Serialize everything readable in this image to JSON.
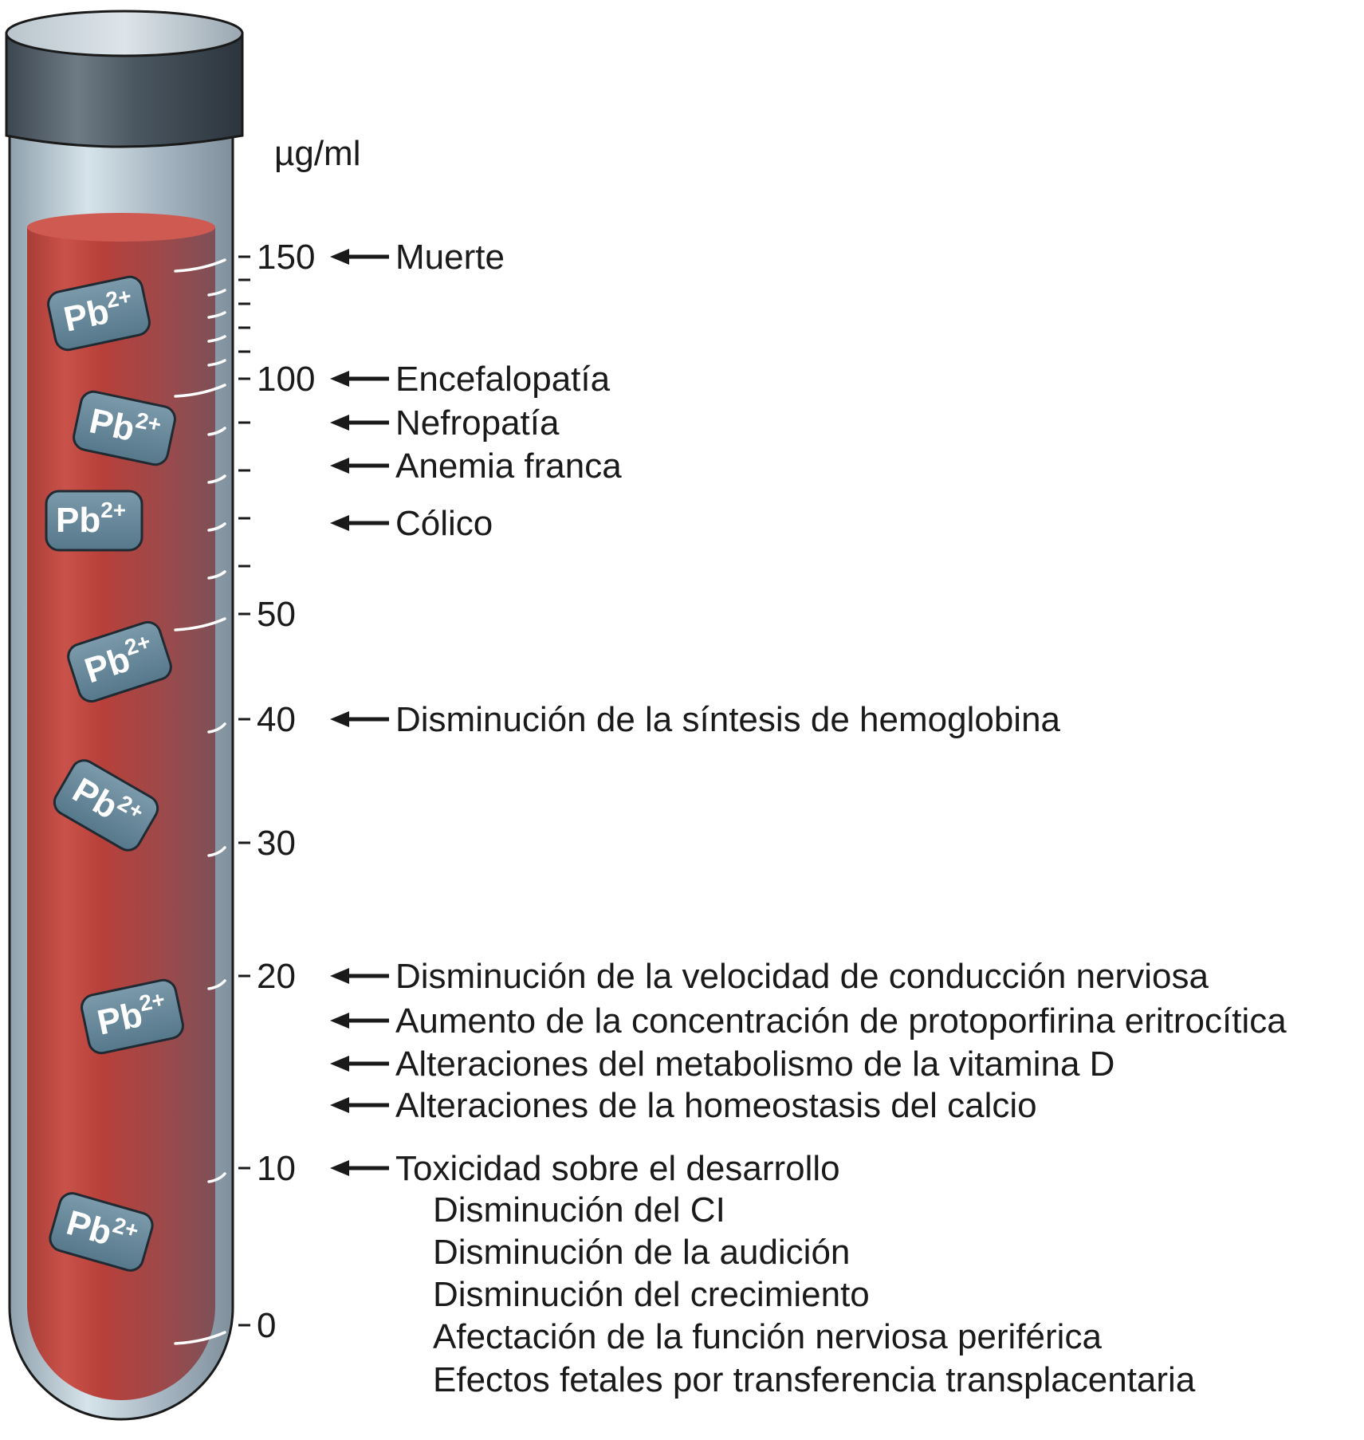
{
  "unit": "µg/ml",
  "ion_label": "Pb",
  "ion_charge": "2+",
  "colors": {
    "blood": "#b8403a",
    "blood_dark": "#7d5057",
    "glass": "#a9b8c3",
    "cap": "#3a4650",
    "ion_fill": "#5f7f92",
    "marks": "#ffffff"
  },
  "scale": {
    "labeled_ticks": [
      "150",
      "100",
      "50",
      "40",
      "30",
      "20",
      "10",
      "0"
    ]
  },
  "effects": [
    {
      "level": "150",
      "text": "Muerte"
    },
    {
      "level": "100",
      "text": "Encefalopatía"
    },
    {
      "level": "90",
      "text": "Nefropatía"
    },
    {
      "level": "80",
      "text": "Anemia franca"
    },
    {
      "level": "70",
      "text": "Cólico"
    },
    {
      "level": "40",
      "text": "Disminución de la síntesis de hemoglobina"
    },
    {
      "level": "20",
      "text": "Disminución de la velocidad de conducción nerviosa"
    },
    {
      "level": "",
      "text": "Aumento de la concentración de protoporfirina eritrocítica"
    },
    {
      "level": "",
      "text": "Alteraciones del metabolismo de la vitamina D"
    },
    {
      "level": "",
      "text": "Alteraciones de la homeostasis del calcio"
    },
    {
      "level": "10",
      "text": "Toxicidad sobre el desarrollo"
    }
  ],
  "developmental_effects": [
    "Disminución del CI",
    "Disminución de la audición",
    "Disminución del crecimiento",
    "Afectación de la función nerviosa periférica",
    "Efectos fetales por transferencia transplacentaria"
  ]
}
